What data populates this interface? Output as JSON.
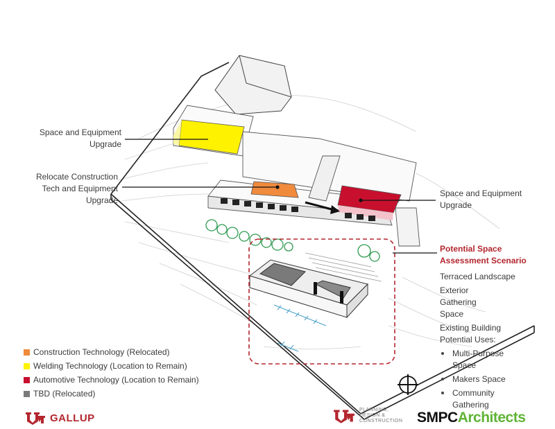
{
  "callouts": {
    "space_equipment_1": [
      "Space and Equipment",
      "Upgrade"
    ],
    "relocate": [
      "Relocate Construction",
      "Tech and Equipment",
      "Upgrade"
    ],
    "space_equipment_2": [
      "Space and Equipment",
      "Upgrade"
    ]
  },
  "scenario": {
    "title": [
      "Potential Space",
      "Assessment Scenario"
    ],
    "items": [
      "Terraced Landscape",
      "Exterior Gathering Space",
      "Existing Building Potential Uses:"
    ],
    "uses": [
      "Multi-Purpose Space",
      "Makers Space",
      "Community Gathering"
    ]
  },
  "legend": [
    {
      "label": "Construction Technology (Relocated)",
      "color": "#f08a3c"
    },
    {
      "label": "Welding Technology (Location to Remain)",
      "color": "#fff200"
    },
    {
      "label": "Automotive Technology (Location to Remain)",
      "color": "#c8102e"
    },
    {
      "label": "TBD (Relocated)",
      "color": "#7a7a7a"
    }
  ],
  "footer": {
    "gallup_text": "GALLUP",
    "pdc_text": [
      "PLANNING,",
      "DESIGN &",
      "CONSTRUCTION"
    ],
    "smpc_a": "SMPC",
    "smpc_b": "Architects"
  },
  "colors": {
    "accent_red": "#b3262e",
    "smpc_green": "#5fb336",
    "highlight_dashed": "#b3262e"
  }
}
